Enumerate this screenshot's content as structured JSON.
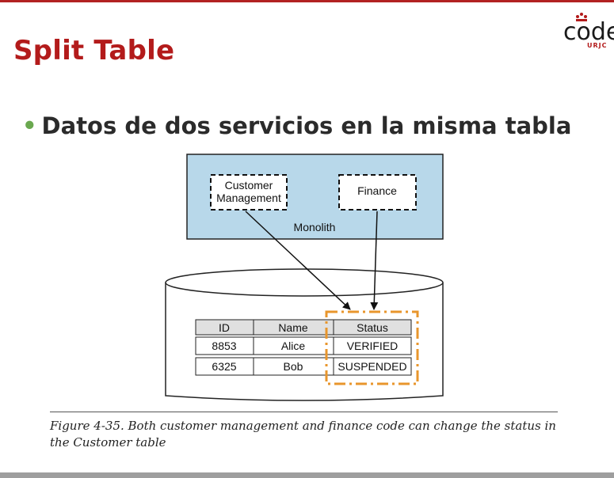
{
  "slide": {
    "title": "Split Table",
    "bullet": "Datos de dos servicios en la misma tabla",
    "logo": {
      "word": "code",
      "sub": "URJC"
    }
  },
  "diagram": {
    "monolith_label": "Monolith",
    "service_customer_line1": "Customer",
    "service_customer_line2": "Management",
    "service_finance": "Finance",
    "table": {
      "headers": [
        "ID",
        "Name",
        "Status"
      ],
      "rows": [
        [
          "8853",
          "Alice",
          "VERIFIED"
        ],
        [
          "6325",
          "Bob",
          "SUSPENDED"
        ]
      ]
    },
    "caption": "Figure 4-35. Both customer management and finance code can change the status in the Customer table"
  },
  "colors": {
    "title": "#b31b1b",
    "monolith_fill": "#b8d8ea",
    "highlight": "#e8962c",
    "bullet_dot": "#6aa84f"
  }
}
